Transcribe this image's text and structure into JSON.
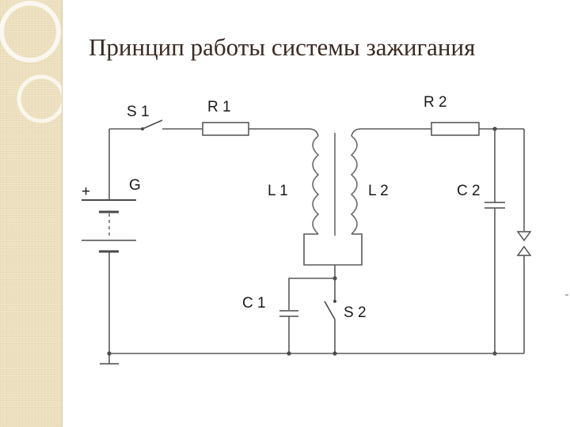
{
  "slide": {
    "title": "Принцип работы системы зажигания",
    "accent_color": "#efe3c4"
  },
  "circuit": {
    "labels": {
      "s1": "S 1",
      "r1": "R 1",
      "r2": "R 2",
      "g": "G",
      "plus": "+",
      "l1": "L 1",
      "l2": "L 2",
      "c2": "C 2",
      "c1": "C 1",
      "s2": "S 2"
    }
  }
}
